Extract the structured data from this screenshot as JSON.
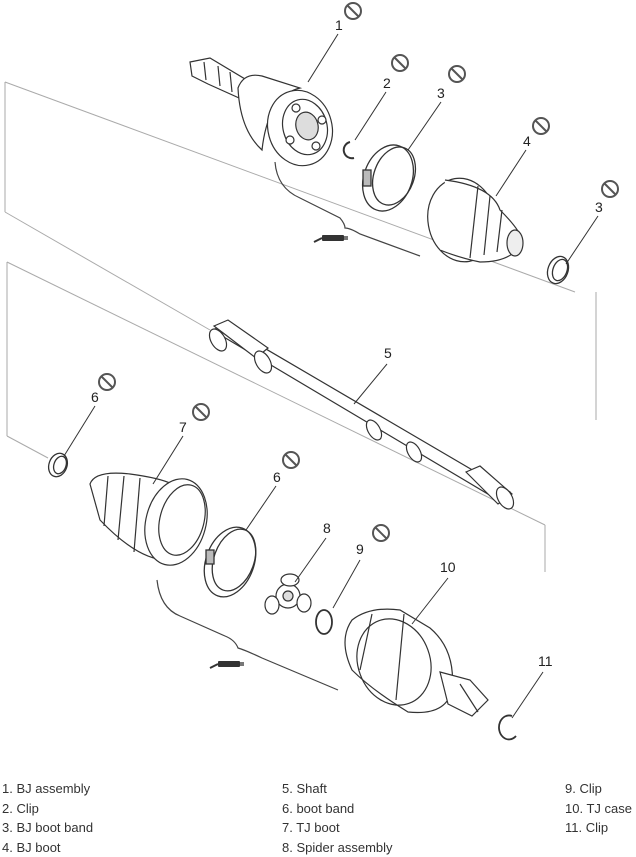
{
  "diagram": {
    "callouts": {
      "c1": "1",
      "c2": "2",
      "c3a": "3",
      "c3b": "3",
      "c4": "4",
      "c5": "5",
      "c6a": "6",
      "c6b": "6",
      "c7": "7",
      "c8": "8",
      "c9": "9",
      "c10": "10",
      "c11": "11"
    },
    "icons": [
      "no-reuse-icon",
      "grease-tube-icon"
    ]
  },
  "legend": {
    "col1": [
      "1. BJ assembly",
      "2. Clip",
      "3. BJ boot band",
      "4. BJ boot"
    ],
    "col2": [
      "5. Shaft",
      "6. boot band",
      "7. TJ boot",
      "8. Spider assembly"
    ],
    "col3": [
      "9. Clip",
      "10. TJ case",
      "11. Clip"
    ]
  }
}
